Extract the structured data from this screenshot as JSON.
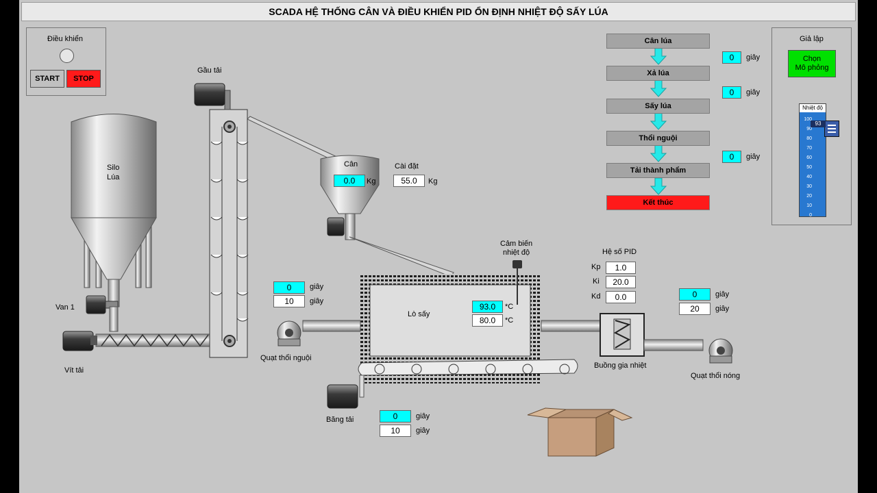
{
  "title": "SCADA HỆ THỐNG CÂN VÀ ĐIỀU KHIỂN PID ỔN ĐỊNH NHIỆT ĐỘ SẤY LÚA",
  "control": {
    "label": "Điều khiển",
    "start": "START",
    "stop": "STOP"
  },
  "labels": {
    "gau_tai": "Gầu tải",
    "silo_1": "Silo",
    "silo_2": "Lúa",
    "van1": "Van 1",
    "vit_tai": "Vít tải",
    "can": "Cân",
    "cai_dat": "Cài đặt",
    "kg1": "Kg",
    "kg2": "Kg",
    "lo_say": "Lò sấy",
    "cam_bien_1": "Cảm biến",
    "cam_bien_2": "nhiệt độ",
    "deg1": "*C",
    "deg2": "*C",
    "he_so_pid": "Hệ số PID",
    "kp": "Kp",
    "ki": "Ki",
    "kd": "Kd",
    "quat_nguoi": "Quạt thổi nguội",
    "bang_tai": "Băng tải",
    "buong_gia_nhiet": "Buồng gia nhiệt",
    "quat_nong": "Quạt thổi nóng",
    "giay": "giây"
  },
  "values": {
    "can_value": "0.0",
    "cai_dat": "55.0",
    "temp_actual": "93.0",
    "temp_setpoint": "80.0",
    "kp": "1.0",
    "ki": "20.0",
    "kd": "0.0",
    "quat_nguoi_current": "0",
    "quat_nguoi_set": "10",
    "quat_nong_current": "0",
    "quat_nong_set": "20",
    "bang_tai_current": "0",
    "bang_tai_set": "10",
    "seq_t1": "0",
    "seq_t2": "0",
    "seq_t3": "0"
  },
  "sequence": [
    "Cân lúa",
    "Xả lúa",
    "Sấy lúa",
    "Thổi nguội",
    "Tải thành phẩm",
    "Kết thúc"
  ],
  "sim": {
    "label": "Giả lập",
    "button_l1": "Chọn",
    "button_l2": "Mô phỏng",
    "slider_label": "Nhiệt độ",
    "slider_value": "93",
    "slider_level": 93,
    "ticks": [
      "100",
      "90",
      "80",
      "70",
      "60",
      "50",
      "40",
      "30",
      "20",
      "10",
      "0"
    ]
  },
  "colors": {
    "cyan": "#00ffff",
    "red": "#ff1a1a",
    "green": "#00e000",
    "slider_blue": "#2878d0",
    "background": "#c6c6c6"
  }
}
